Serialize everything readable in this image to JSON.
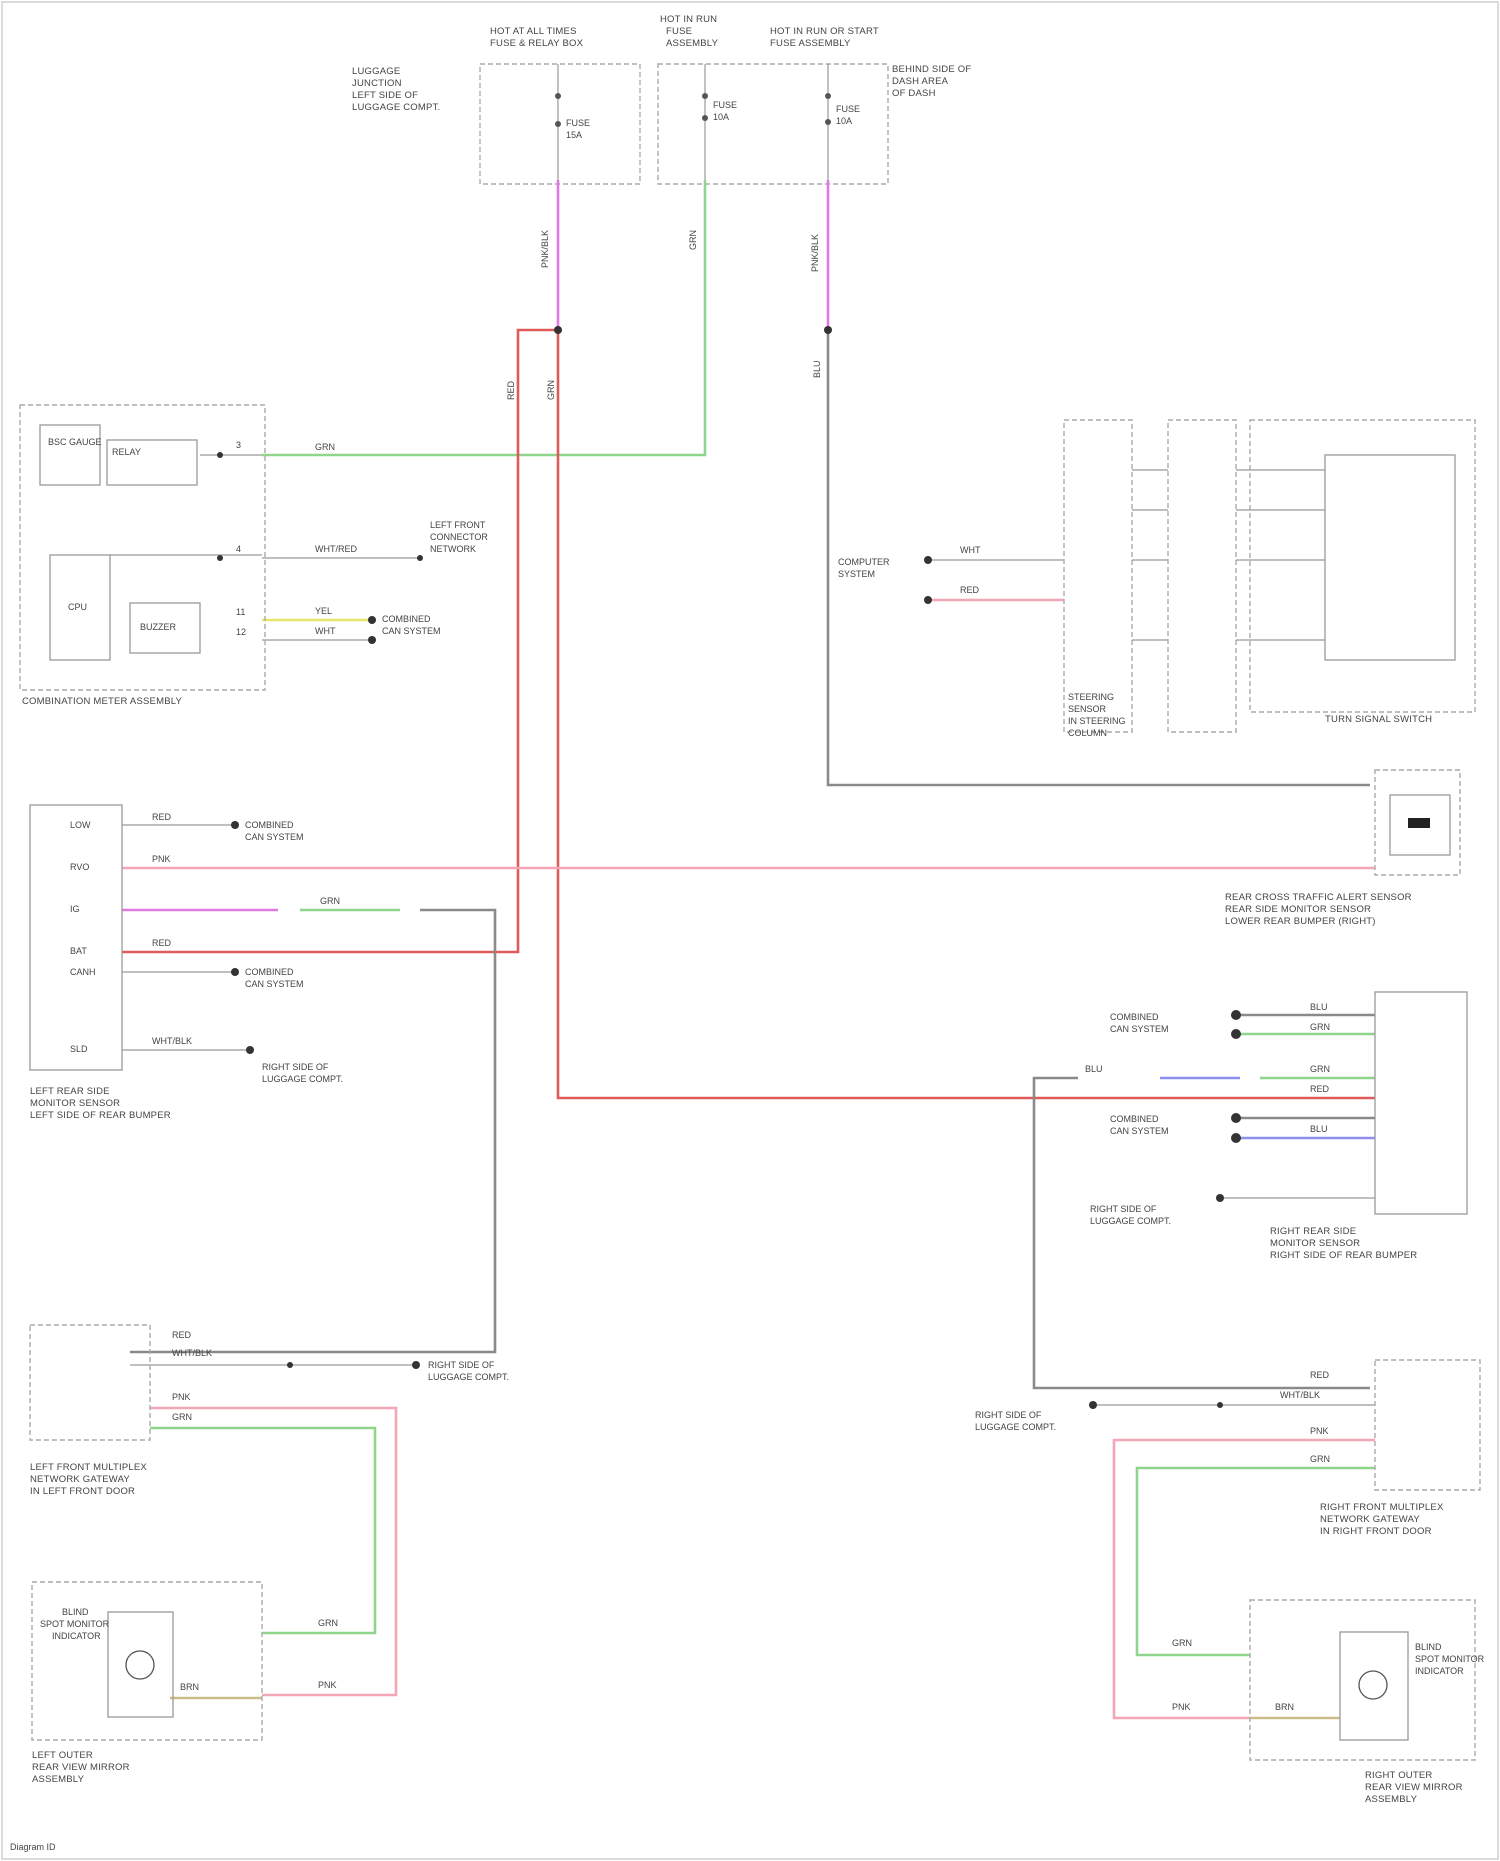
{
  "page": {
    "footer": "Diagram ID"
  },
  "components": {
    "top_fuse_1": {
      "caption": [
        "LUGGAGE",
        "JUNCTION",
        "LEFT SIDE OF",
        "LUGGAGE COMPT."
      ],
      "header": [
        "HOT AT ALL TIMES",
        "FUSE & RELAY BOX"
      ],
      "fuse": [
        "FUSE",
        "15A"
      ]
    },
    "top_fuse_2": {
      "header": [
        "HOT IN RUN",
        "FUSE",
        "ASSEMBLY"
      ],
      "fuse": [
        "FUSE",
        "10A"
      ]
    },
    "top_fuse_3": {
      "caption": [
        "BEHIND SIDE OF",
        "DASH AREA",
        "OF DASH"
      ],
      "header": [
        "HOT IN RUN OR START",
        "FUSE ASSEMBLY"
      ],
      "fuse": [
        "FUSE",
        "10A"
      ]
    },
    "combination_meter": {
      "title": "COMBINATION METER ASSEMBLY",
      "modules": [
        "BSC GAUGE",
        "CPU",
        "RELAY",
        "BUZZER"
      ]
    },
    "left_radar": {
      "title": [
        "LEFT REAR SIDE",
        "MONITOR SENSOR",
        "LEFT SIDE OF REAR BUMPER"
      ],
      "pins": [
        "LOW",
        "RVO",
        "IG",
        "BAT",
        "CANH",
        "",
        "",
        "SLD"
      ]
    },
    "steering": {
      "parts": [
        "STEERING",
        "SENSOR",
        "IN STEERING",
        "COLUMN"
      ]
    },
    "turn_switch": {
      "title": "TURN SIGNAL SWITCH"
    },
    "right_radar_cam": {
      "title": [
        "REAR CROSS TRAFFIC ALERT SENSOR",
        "REAR SIDE MONITOR SENSOR",
        "LOWER REAR BUMPER (RIGHT)"
      ]
    },
    "right_radar": {
      "title": [
        "RIGHT REAR SIDE",
        "MONITOR SENSOR",
        "RIGHT SIDE OF REAR BUMPER"
      ]
    },
    "left_indicator": {
      "title": [
        "LEFT FRONT MULTIPLEX",
        "NETWORK GATEWAY",
        "IN LEFT FRONT DOOR"
      ]
    },
    "right_indicator": {
      "title": [
        "RIGHT FRONT MULTIPLEX",
        "NETWORK GATEWAY",
        "IN RIGHT FRONT DOOR"
      ]
    },
    "left_mirror": {
      "title": [
        "LEFT OUTER",
        "REAR VIEW MIRROR",
        "ASSEMBLY"
      ],
      "inner": [
        "BLIND",
        "SPOT MONITOR",
        "INDICATOR"
      ]
    },
    "right_mirror": {
      "title": [
        "RIGHT OUTER",
        "REAR VIEW MIRROR",
        "ASSEMBLY"
      ],
      "inner": [
        "BLIND",
        "SPOT MONITOR",
        "INDICATOR"
      ]
    }
  },
  "labels": {
    "top_wires": [
      "PNK/BLK",
      "GRN",
      "PNK/BLK",
      "BLU"
    ],
    "meter_wires": [
      "GRN",
      "WHT/RED",
      "YEL",
      "WHT"
    ],
    "meter_pins": [
      "3",
      "4",
      "11",
      "12"
    ],
    "splice_names": [
      "LEFT FRONT",
      "CONNECTOR",
      "NETWORK"
    ],
    "ground_notes": [
      "RIGHT SIDE OF",
      "LUGGAGE COMPT."
    ],
    "left_radar_wires": [
      "RED",
      "PNK",
      "GRN",
      "RED",
      "WHT/BLK"
    ],
    "combined_network": [
      "COMBINED",
      "CAN SYSTEM"
    ],
    "right_wires": [
      "BLU",
      "GRN",
      "BLU",
      "GRN",
      "RED",
      "BLU"
    ],
    "steering_notes": [
      "COMPUTER",
      "SYSTEM",
      "WHT",
      "RED"
    ],
    "right_radar_wires": [
      "BLU",
      "RED",
      "PNK"
    ],
    "lower_wires": [
      "RED",
      "WHT/BLK",
      "PNK",
      "GRN",
      "BRN"
    ],
    "mirror_wires": [
      "GRN",
      "PNK",
      "BRN"
    ]
  },
  "colors": {
    "wire_pink_purple": "#e07ae0",
    "wire_green": "#8fd68c",
    "wire_red": "#e05a5a",
    "wire_pink": "#f2a6b6",
    "wire_gray": "#8a8a8a",
    "wire_yellow": "#e8e66a",
    "wire_blue": "#8f8ff0",
    "wire_tan": "#cbbd8a"
  }
}
